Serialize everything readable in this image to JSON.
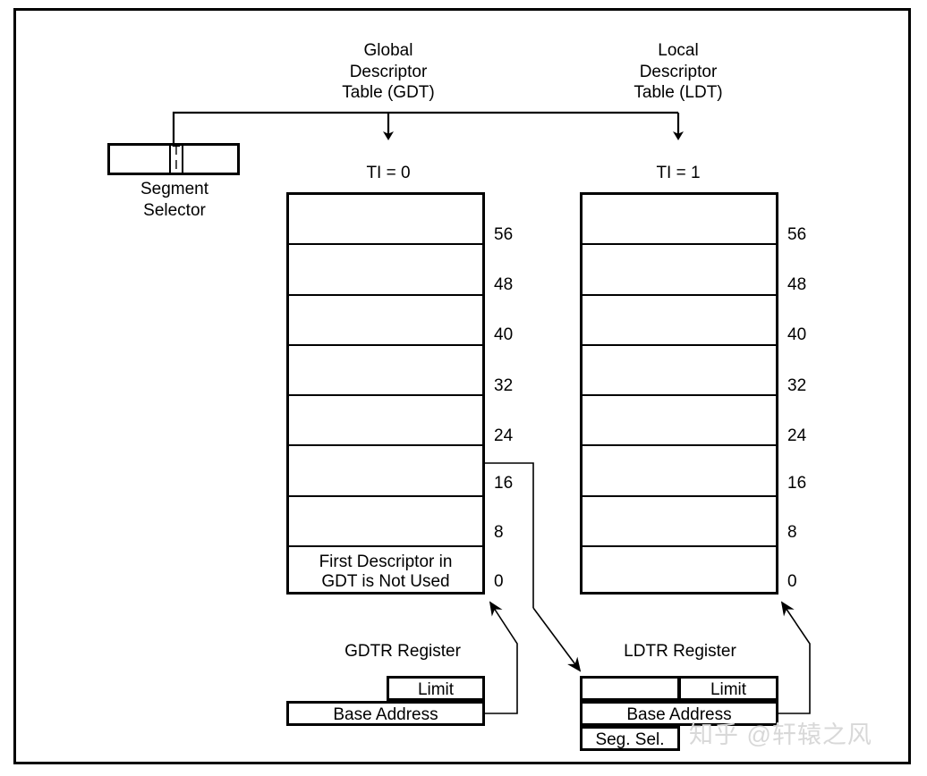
{
  "diagram": {
    "title_gdt": "Global\nDescriptor\nTable (GDT)",
    "title_ldt": "Local\nDescriptor\nTable (LDT)",
    "segment_selector": {
      "label": "Segment\nSelector",
      "field_t": "T",
      "field_i": "I"
    },
    "ti_gdt": "TI = 0",
    "ti_ldt": "TI = 1",
    "gdt_table": {
      "offsets": [
        "56",
        "48",
        "40",
        "32",
        "24",
        "16",
        "8",
        "0"
      ],
      "first_row_note": "First Descriptor in\nGDT is Not Used"
    },
    "ldt_table": {
      "offsets": [
        "56",
        "48",
        "40",
        "32",
        "24",
        "16",
        "8",
        "0"
      ]
    },
    "gdtr": {
      "title": "GDTR Register",
      "limit": "Limit",
      "base_address": "Base Address"
    },
    "ldtr": {
      "title": "LDTR Register",
      "limit": "Limit",
      "base_address": "Base Address",
      "seg_sel": "Seg. Sel."
    },
    "watermark": "知乎 @轩辕之风",
    "colors": {
      "stroke": "#000000",
      "background": "#ffffff",
      "watermark": "#d8d8d8"
    }
  }
}
